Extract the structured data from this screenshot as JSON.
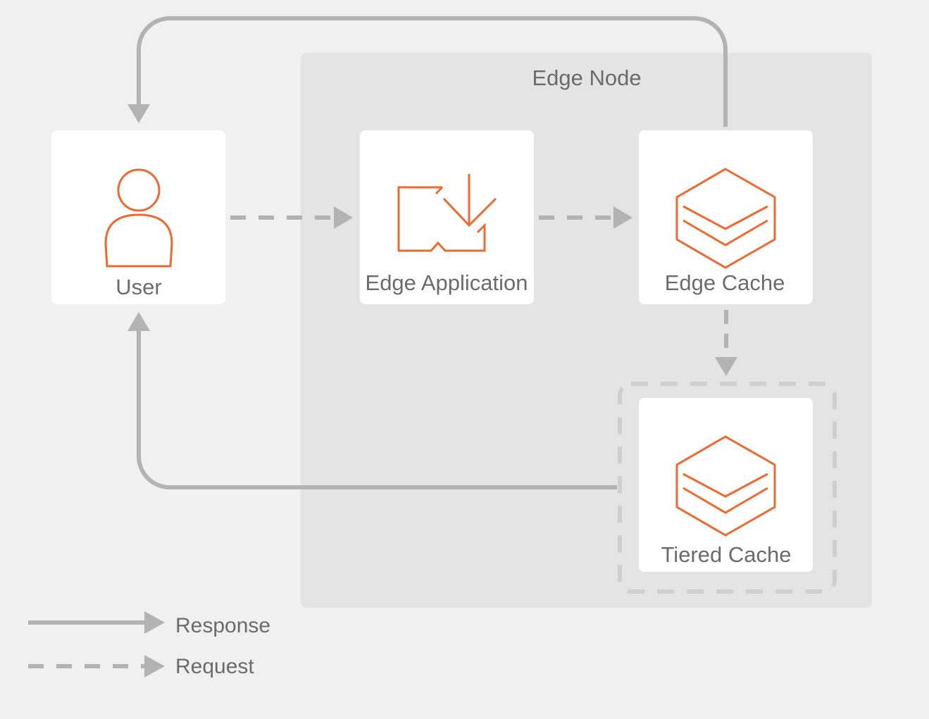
{
  "group": {
    "label": "Edge Node"
  },
  "nodes": {
    "user": {
      "label": "User",
      "icon": "user-icon"
    },
    "edge_application": {
      "label": "Edge Application",
      "icon": "edge-application-icon"
    },
    "edge_cache": {
      "label": "Edge Cache",
      "icon": "cache-layers-icon"
    },
    "tiered_cache": {
      "label": "Tiered Cache",
      "icon": "cache-layers-icon"
    }
  },
  "edges": [
    {
      "from": "User",
      "to": "Edge Application",
      "type": "Request"
    },
    {
      "from": "Edge Application",
      "to": "Edge Cache",
      "type": "Request"
    },
    {
      "from": "Edge Cache",
      "to": "Tiered Cache",
      "type": "Request"
    },
    {
      "from": "Edge Cache",
      "to": "User",
      "type": "Response"
    },
    {
      "from": "Tiered Cache",
      "to": "User",
      "type": "Response"
    }
  ],
  "legend": {
    "response": "Response",
    "request": "Request"
  },
  "colors": {
    "background": "#f0f0f0",
    "group_fill": "#e4e4e4",
    "card": "#ffffff",
    "accent": "#ec6a32",
    "connector": "#b3b3b3",
    "text": "#6b6b6b"
  }
}
